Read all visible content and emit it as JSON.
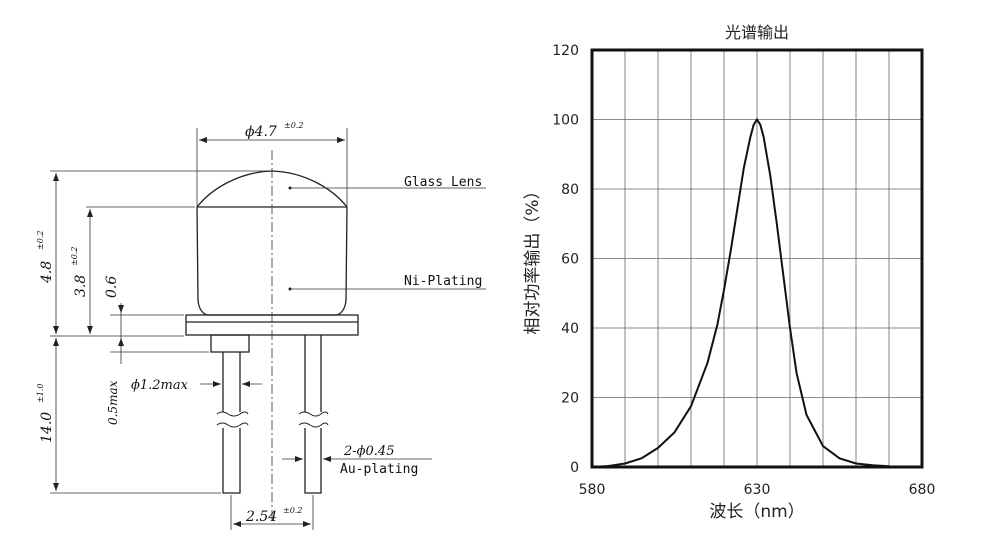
{
  "diagram": {
    "overall_diameter": "ϕ4.7",
    "overall_diameter_tol": "±0.2",
    "overall_height": "4.8",
    "overall_height_tol": "±0.2",
    "body_height": "3.8",
    "body_height_tol": "±0.2",
    "flange_thickness": "0.6",
    "lead_length": "14.0",
    "lead_length_tol": "±1.0",
    "stem_height": "0.5max",
    "stem_diameter": "ϕ1.2max",
    "lead_diameter": "2-ϕ0.45",
    "lead_plating": "Au-plating",
    "lead_spacing": "2.54",
    "lead_spacing_tol": "±0.2",
    "label_lens": "Glass Lens",
    "label_plating": "Ni-Plating"
  },
  "chart_data": {
    "type": "line",
    "title": "光谱输出",
    "xlabel": "波长（nm）",
    "ylabel": "相对功率输出（%）",
    "xlim": [
      580,
      680
    ],
    "ylim": [
      0,
      120
    ],
    "x_ticks": [
      "580",
      "630",
      "680"
    ],
    "y_ticks": [
      "0",
      "20",
      "40",
      "60",
      "80",
      "100",
      "120"
    ],
    "grid": true,
    "series": [
      {
        "x": [
          580,
          585,
          590,
          595,
          600,
          605,
          610,
          615,
          618,
          620,
          622,
          624,
          626,
          628,
          629,
          630,
          631,
          632,
          634,
          636,
          638,
          640,
          642,
          645,
          650,
          655,
          660,
          665,
          670,
          680
        ],
        "values": [
          0,
          0.3,
          1,
          2.5,
          5.5,
          10,
          17.5,
          30,
          41,
          51,
          62,
          74,
          86,
          95,
          98.5,
          100,
          98.5,
          95,
          84,
          70,
          55,
          40,
          27,
          15,
          6,
          2.5,
          1,
          0.5,
          0.2,
          0
        ]
      }
    ]
  }
}
